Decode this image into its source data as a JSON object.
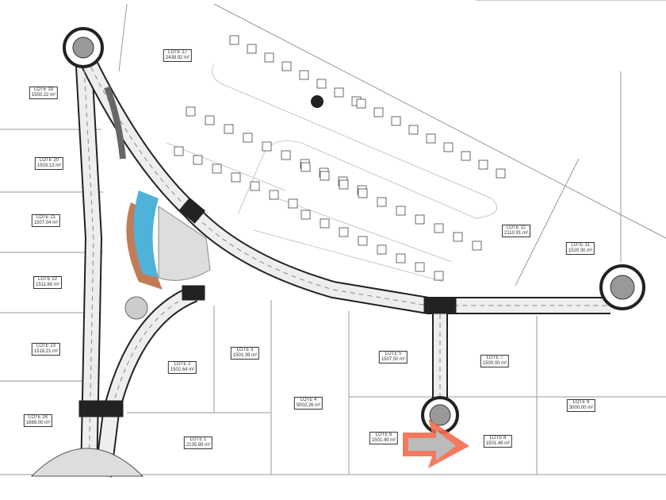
{
  "lots": [
    {
      "name": "LOTE 1",
      "area": "2135.89 m²"
    },
    {
      "name": "LOTE 2",
      "area": "1502.64 m²"
    },
    {
      "name": "LOTE 3",
      "area": "1501.39 m²"
    },
    {
      "name": "LOTE 4",
      "area": "5002.26 m²"
    },
    {
      "name": "LOTE 5",
      "area": "1507.50 m²"
    },
    {
      "name": "LOTE 6",
      "area": "1501.49 m²"
    },
    {
      "name": "LOTE 7",
      "area": "1500.00 m²"
    },
    {
      "name": "LOTE 8",
      "area": "1501.49 m²"
    },
    {
      "name": "LOTE 9",
      "area": "3000.00 m²"
    },
    {
      "name": "LOTE 11",
      "area": "1520.30 m²"
    },
    {
      "name": "LOTE 12",
      "area": "2110.91 m²"
    },
    {
      "name": "LOTE 17",
      "area": "2438.92 m²"
    },
    {
      "name": "LOTE 19",
      "area": "1550.22 m²"
    },
    {
      "name": "LOTE 20",
      "area": "1503.13 m²"
    },
    {
      "name": "LOTE 21",
      "area": "1507.04 m²"
    },
    {
      "name": "LOTE 22",
      "area": "1511.60 m²"
    },
    {
      "name": "LOTE 23",
      "area": "1518.21 m²"
    },
    {
      "name": "LOTE 24",
      "area": "1669.00 m²"
    }
  ],
  "colors": {
    "pointer_arrow": "#f26b4e",
    "pool": "#4fb3d9",
    "deck": "#b5653a",
    "road": "#222222"
  }
}
